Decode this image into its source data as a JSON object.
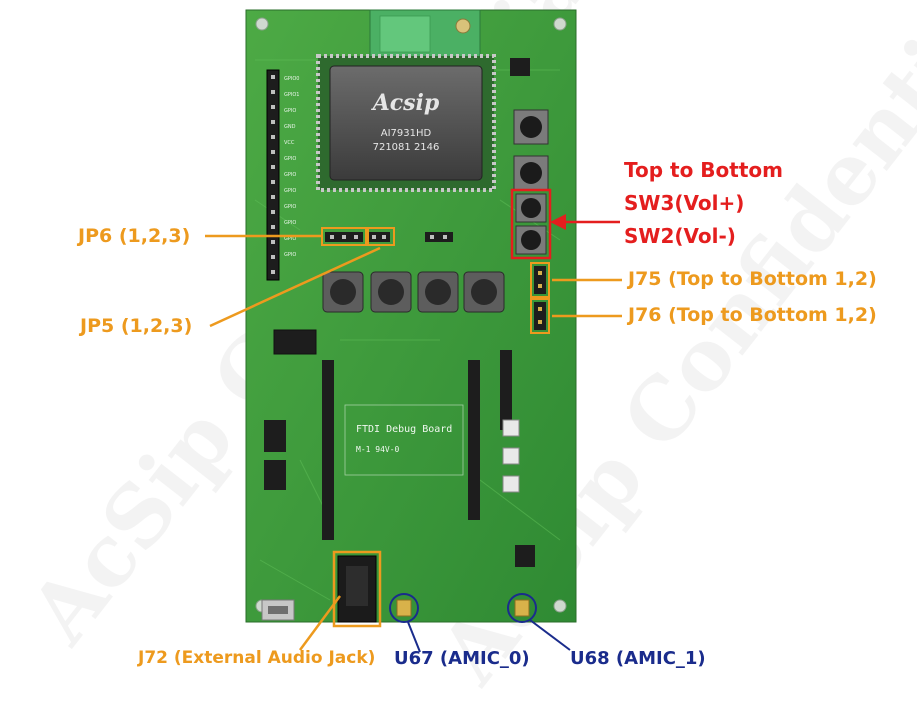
{
  "labels": {
    "jp6": "JP6  (1,2,3)",
    "jp5": "JP5  (1,2,3)",
    "top_to_bottom": "Top to Bottom",
    "sw3": "SW3(Vol+)",
    "sw2": "SW2(Vol-)",
    "j75": "J75  (Top to Bottom 1,2)",
    "j76": "J76  (Top to Bottom 1,2)",
    "j72": "J72 (External Audio Jack)",
    "u67": "U67 (AMIC_0)",
    "u68": "U68 (AMIC_1)"
  },
  "board": {
    "module_brand": "Acsip",
    "module_model": "AI7931HD",
    "module_serial": "721081 2146",
    "silkscreen": "FTDI Debug Board",
    "rating": "M-1  94V-0"
  },
  "watermark": "AcSip Confidential",
  "colors": {
    "annotation_orange": "#ED9A1E",
    "annotation_red": "#E41E1E",
    "annotation_blue": "#1A2C8C",
    "pcb_green": "#3E9A3A"
  }
}
